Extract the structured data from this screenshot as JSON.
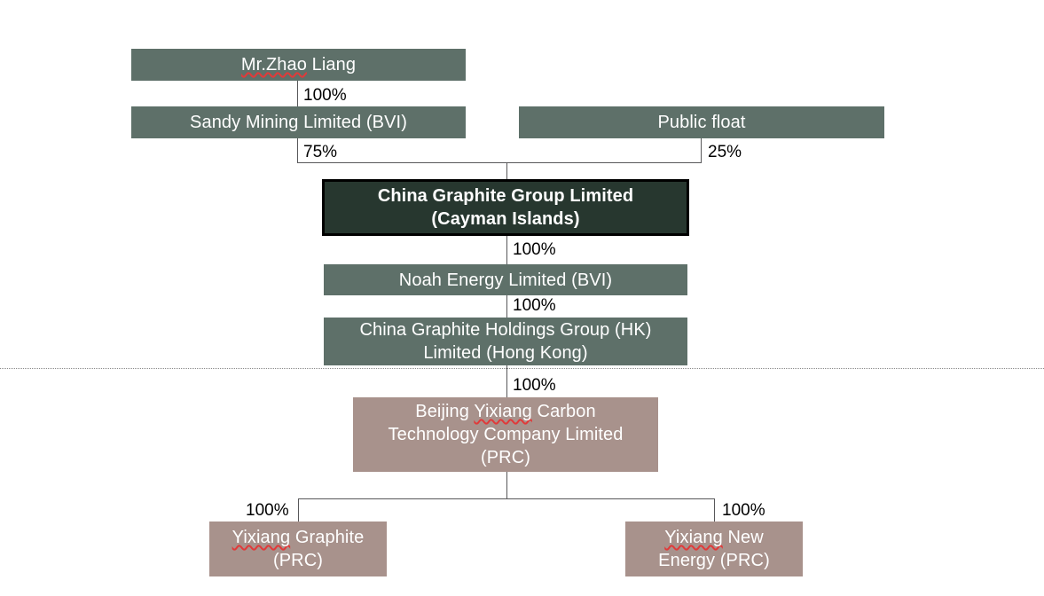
{
  "diagram": {
    "title": "China Graphite Group Limited corporate structure chart",
    "colors": {
      "offshore_box": "#5E7069",
      "primary_box": "#27372F",
      "prc_box": "#A8928C",
      "connector": "#58585a",
      "divider": "#8a8a8a",
      "spellcheck_underline": "#e03a3a",
      "text_on_box": "#ffffff",
      "label_text": "#000000"
    },
    "divider": {
      "name": "jurisdiction-divider",
      "style": "dotted"
    },
    "nodes": {
      "zhao_liang": {
        "label_prefix": "Mr.Zhao",
        "label_suffix": " Liang",
        "full_label": "Mr.Zhao Liang"
      },
      "sandy_mining": {
        "label": "Sandy Mining Limited (BVI)"
      },
      "public_float": {
        "label": "Public  float"
      },
      "china_graphite_group": {
        "line1": "China Graphite Group Limited",
        "line2": "(Cayman Islands)"
      },
      "noah_energy": {
        "label": "Noah Energy Limited (BVI)"
      },
      "cg_holdings_hk": {
        "line1": "China Graphite Holdings Group (HK)",
        "line2": "Limited (Hong Kong)"
      },
      "beijing_yixiang": {
        "line1_prefix": "Beijing ",
        "line1_spell": "Yixiang",
        "line1_suffix": " Carbon",
        "line2": "Technology Company Limited",
        "line3": "(PRC)"
      },
      "yixiang_graphite": {
        "line1_spell": "Yixiang",
        "line1_suffix": " Graphite",
        "line2": "(PRC)"
      },
      "yixiang_new_energy": {
        "line1_spell": "Yixiang",
        "line1_suffix": " New",
        "line2": "Energy (PRC)"
      }
    },
    "edges": {
      "zhao_to_sandy": "100%",
      "sandy_to_group": "75%",
      "float_to_group": "25%",
      "group_to_noah": "100%",
      "noah_to_hk": "100%",
      "hk_to_beijing": "100%",
      "beijing_to_graphite": "100%",
      "beijing_to_newenergy": "100%"
    }
  }
}
